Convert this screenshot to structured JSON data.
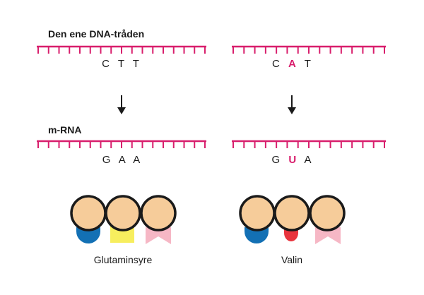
{
  "labels": {
    "dna_strand": "Den ene DNA-tråden",
    "mrna": "m-RNA"
  },
  "left": {
    "dna": {
      "b1": "C",
      "b2": "T",
      "b3": "T"
    },
    "mrna": {
      "b1": "G",
      "b2": "A",
      "b3": "A"
    },
    "amino_acid": "Glutaminsyre"
  },
  "right": {
    "dna": {
      "b1": "C",
      "b2": "A",
      "b3": "T"
    },
    "mrna": {
      "b1": "G",
      "b2": "U",
      "b3": "A"
    },
    "amino_acid": "Valin"
  },
  "colors": {
    "strand": "#d81e6c",
    "mutation_highlight": "#d81e6c",
    "bead_fill": "#f6cc9a",
    "bead_outline": "#1a1a1a",
    "blue_side": "#1370b4",
    "yellow_side": "#f7ee5e",
    "pink_side": "#f6b7c5",
    "red_side": "#e8343d",
    "arrow": "#1a1a1a"
  }
}
